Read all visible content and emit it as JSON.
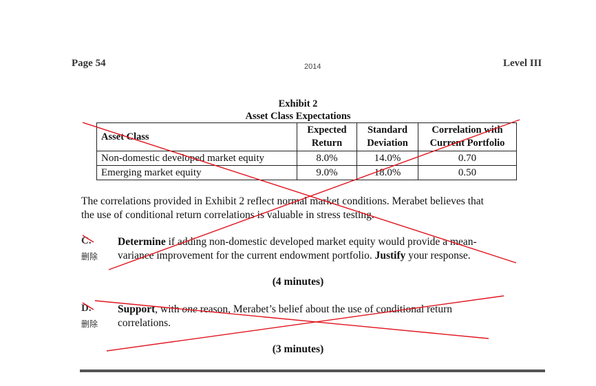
{
  "header": {
    "page_label": "Page 54",
    "year": "2014",
    "level": "Level III"
  },
  "exhibit": {
    "title": "Exhibit 2",
    "subtitle": "Asset Class Expectations",
    "columns": [
      "Asset Class",
      "Expected Return",
      "Standard Deviation",
      "Correlation with Current Portfolio"
    ],
    "col_lines": [
      [
        "Asset Class"
      ],
      [
        "Expected",
        "Return"
      ],
      [
        "Standard",
        "Deviation"
      ],
      [
        "Correlation with",
        "Current Portfolio"
      ]
    ],
    "rows": [
      [
        "Non-domestic developed market equity",
        "8.0%",
        "14.0%",
        "0.70"
      ],
      [
        "Emerging market equity",
        "9.0%",
        "18.0%",
        "0.50"
      ]
    ]
  },
  "paragraph": {
    "line1": "The correlations provided in Exhibit 2 reflect normal market conditions.  Merabet believes that",
    "line2": "the use of conditional return correlations is valuable in stress testing."
  },
  "question_c": {
    "letter": "C.",
    "delete_mark": "删除",
    "bold_lead": "Determine",
    "line1_rest": " if adding non-domestic developed market equity would provide a mean-",
    "line2_start": "variance improvement for the current endowment portfolio.  ",
    "bold_mid": "Justify",
    "line2_end": " your response.",
    "time": "(4 minutes)"
  },
  "question_d": {
    "letter": "D.",
    "delete_mark": "删除",
    "bold_lead": "Support",
    "line1_mid": ", with ",
    "italic_word": "one",
    "line1_rest": " reason, Merabet’s belief about the use of conditional return",
    "line2": "correlations.",
    "time": "(3 minutes)"
  },
  "colors": {
    "annotation": "#e0141e",
    "text": "#111111"
  }
}
